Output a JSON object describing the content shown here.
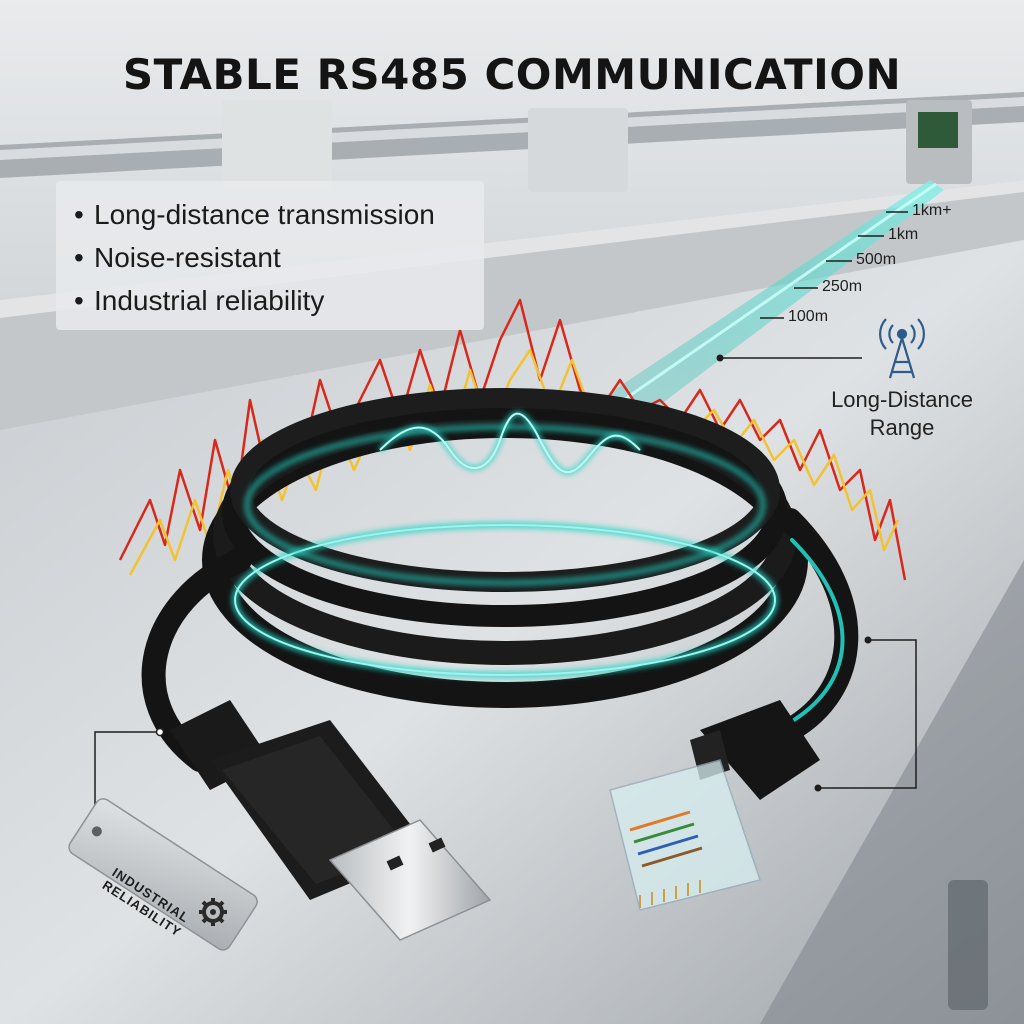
{
  "title": "STABLE RS485 COMMUNICATION",
  "features": [
    "Long-distance transmission",
    "Noise-resistant",
    "Industrial reliability"
  ],
  "distance_markers": [
    "1km+",
    "1km",
    "500m",
    "250m",
    "100m"
  ],
  "range_callout": {
    "line1": "Long-Distance",
    "line2": "Range"
  },
  "tag": {
    "line1": "INDUSTRIAL",
    "line2": "RELIABILITY"
  },
  "icons": {
    "range": "antenna-tower-icon",
    "tag": "gear-icon"
  },
  "colors": {
    "signal": "#22d3c5",
    "noise_red": "#d8281c",
    "noise_yellow": "#f2c230",
    "cable": "#141414"
  }
}
